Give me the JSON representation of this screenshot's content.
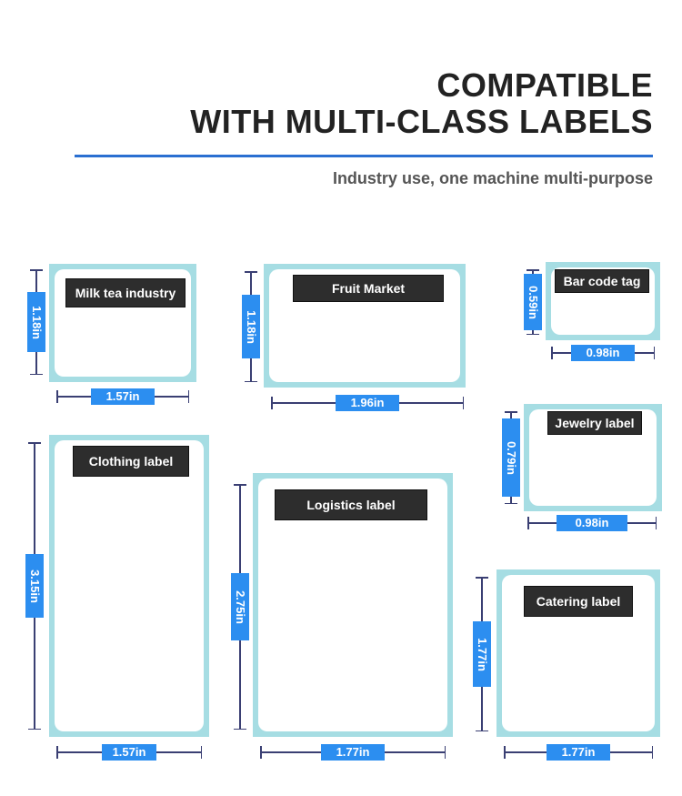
{
  "header": {
    "title_line1": "COMPATIBLE",
    "title_line2": "WITH MULTI-CLASS LABELS",
    "subtitle": "Industry use, one machine multi-purpose",
    "rule_color": "#2a6fd1"
  },
  "colors": {
    "card_border": "#a6dde3",
    "tag_bg": "#2d2d2d",
    "dimension_badge": "#2c8ef0",
    "dimension_line": "#3a3f73"
  },
  "labels": [
    {
      "name": "Milk tea industry",
      "width": "1.57in",
      "height": "1.18in"
    },
    {
      "name": "Fruit Market",
      "width": "1.96in",
      "height": "1.18in"
    },
    {
      "name": "Bar code tag",
      "width": "0.98in",
      "height": "0.59in"
    },
    {
      "name": "Jewelry label",
      "width": "0.98in",
      "height": "0.79in"
    },
    {
      "name": "Clothing label",
      "width": "1.57in",
      "height": "3.15in"
    },
    {
      "name": "Logistics label",
      "width": "1.77in",
      "height": "2.75in"
    },
    {
      "name": "Catering label",
      "width": "1.77in",
      "height": "1.77in"
    }
  ]
}
